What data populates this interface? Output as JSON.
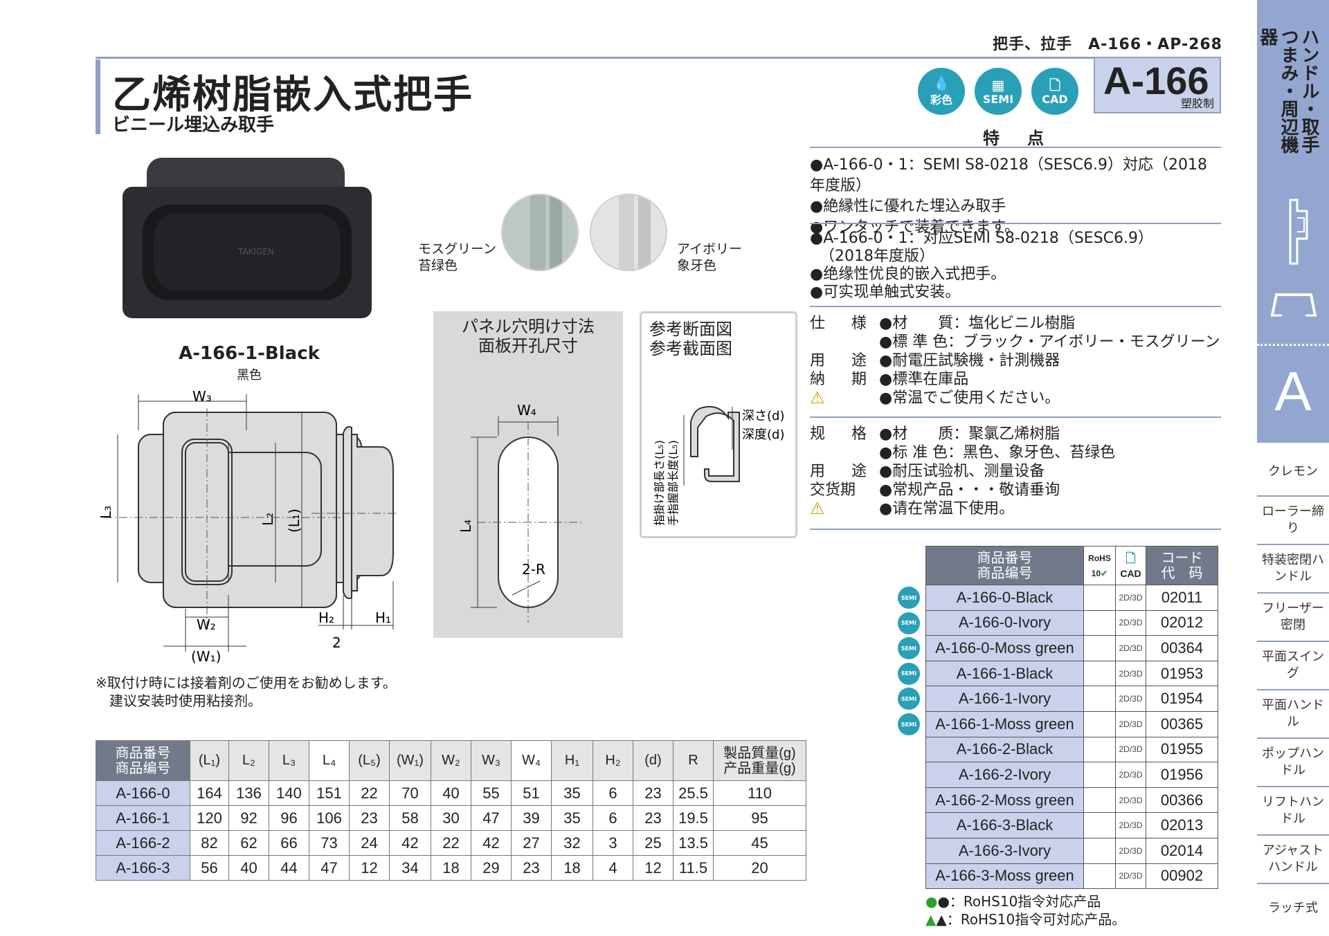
{
  "header": {
    "breadcrumb": "把手、拉手　A-166・AP-268",
    "title": "乙烯树脂嵌入式把手",
    "subtitle": "ビニール埋込み取手",
    "badges": [
      "彩色",
      "SEMI",
      "CAD"
    ],
    "model": "A-166",
    "material": "塑胶制"
  },
  "side": {
    "title": "ハンドル・取手 つまみ・周辺機器",
    "letter": "A",
    "items": [
      "クレモン",
      "ローラー締り",
      "特装密閉ハンドル",
      "フリーザー密閉",
      "平面スイング",
      "平面ハンドル",
      "ポップハンドル",
      "リフトハンドル",
      "アジャストハンドル",
      "ラッチ式"
    ]
  },
  "photo": {
    "caption": "A-166-1-Black",
    "sub": "黑色",
    "swatch_green_jp": "モスグリーン",
    "swatch_green_cn": "苔绿色",
    "swatch_ivory_jp": "アイボリー",
    "swatch_ivory_cn": "象牙色"
  },
  "features": {
    "heading": "特　点",
    "jp": [
      "●A-166-0・1：SEMI S8-0218（SESC6.9）対応（2018年度版）",
      "●絶縁性に優れた埋込み取手",
      "●ワンタッチで装着できます。"
    ],
    "cn": [
      "●A-166-0・1：对应SEMI S8-0218（SESC6.9）",
      "（2018年度版）",
      "●绝缘性优良的嵌入式把手。",
      "●可实现单触式安装。"
    ]
  },
  "spec_jp": [
    {
      "k": "仕　様",
      "v": "●材　　質：塩化ビニル樹脂"
    },
    {
      "k": "",
      "v": "●標 準 色：ブラック・アイボリー・モスグリーン"
    },
    {
      "k": "用　途",
      "v": "●耐電圧試験機・計測機器"
    },
    {
      "k": "納　期",
      "v": "●標準在庫品"
    },
    {
      "k": "⚠",
      "v": "●常温でご使用ください。"
    }
  ],
  "spec_cn": [
    {
      "k": "规　格",
      "v": "●材　　质：聚氯乙烯树脂"
    },
    {
      "k": "",
      "v": "●标 准 色：黑色、象牙色、苔绿色"
    },
    {
      "k": "用　途",
      "v": "●耐压试验机、测量设备"
    },
    {
      "k": "交货期",
      "v": "●常规产品・・・敬请垂询"
    },
    {
      "k": "⚠",
      "v": "●请在常温下使用。"
    }
  ],
  "diagrams": {
    "panel_title_jp": "パネル穴明け寸法",
    "panel_title_cn": "面板开孔尺寸",
    "section_title_jp": "参考断面図",
    "section_title_cn": "参考截面图",
    "labels": {
      "w3": "W₃",
      "l3": "L₃",
      "l2": "L₂",
      "l1": "(L₁)",
      "w2": "W₂",
      "w1": "(W₁)",
      "h2": "H₂",
      "h1": "H₁",
      "two": "2",
      "w4": "W₄",
      "l4": "L₄",
      "r": "2-R",
      "depth_jp": "深さ(d)",
      "depth_cn": "深度(d)",
      "l5_jp": "指掛け部長さ(L₅)",
      "l5_cn": "手指握部长度(L₅)"
    }
  },
  "note": {
    "jp": "※取付け時には接着剤のご使用をお勧めします。",
    "cn": "建议安装时使用粘接剂。"
  },
  "dim_table": {
    "head_jp": "商品番号",
    "head_cn": "商品编号",
    "columns": [
      "(L₁)",
      "L₂",
      "L₃",
      "L₄",
      "(L₅)",
      "(W₁)",
      "W₂",
      "W₃",
      "W₄",
      "H₁",
      "H₂",
      "(d)",
      "R"
    ],
    "mass_jp": "製品質量(g)",
    "mass_cn": "产品重量(g)",
    "rows": [
      {
        "id": "A-166-0",
        "v": [
          "164",
          "136",
          "140",
          "151",
          "22",
          "70",
          "40",
          "55",
          "51",
          "35",
          "6",
          "23",
          "25.5"
        ],
        "mass": "110"
      },
      {
        "id": "A-166-1",
        "v": [
          "120",
          "92",
          "96",
          "106",
          "23",
          "58",
          "30",
          "47",
          "39",
          "35",
          "6",
          "23",
          "19.5"
        ],
        "mass": "95"
      },
      {
        "id": "A-166-2",
        "v": [
          "82",
          "62",
          "66",
          "73",
          "24",
          "42",
          "22",
          "42",
          "27",
          "32",
          "3",
          "25",
          "13.5"
        ],
        "mass": "45"
      },
      {
        "id": "A-166-3",
        "v": [
          "56",
          "40",
          "44",
          "47",
          "12",
          "34",
          "18",
          "29",
          "23",
          "18",
          "4",
          "12",
          "11.5"
        ],
        "mass": "20"
      }
    ]
  },
  "code_table": {
    "head_jp": "商品番号",
    "head_cn": "商品编号",
    "rohs": "RoHS 10",
    "cad": "CAD",
    "code_jp": "コード",
    "code_cn": "代　码",
    "cad_cell": "2D/3D",
    "semi": "SEMI",
    "rows": [
      {
        "name": "A-166-0-Black",
        "code": "02011",
        "semi": true
      },
      {
        "name": "A-166-0-Ivory",
        "code": "02012",
        "semi": true
      },
      {
        "name": "A-166-0-Moss green",
        "code": "00364",
        "semi": true
      },
      {
        "name": "A-166-1-Black",
        "code": "01953",
        "semi": true
      },
      {
        "name": "A-166-1-Ivory",
        "code": "01954",
        "semi": true
      },
      {
        "name": "A-166-1-Moss green",
        "code": "00365",
        "semi": true
      },
      {
        "name": "A-166-2-Black",
        "code": "01955",
        "semi": false
      },
      {
        "name": "A-166-2-Ivory",
        "code": "01956",
        "semi": false
      },
      {
        "name": "A-166-2-Moss green",
        "code": "00366",
        "semi": false
      },
      {
        "name": "A-166-3-Black",
        "code": "02013",
        "semi": false
      },
      {
        "name": "A-166-3-Ivory",
        "code": "02014",
        "semi": false
      },
      {
        "name": "A-166-3-Moss green",
        "code": "00902",
        "semi": false
      }
    ]
  },
  "legend": {
    "g": "●：RoHS10指令対応产品",
    "t": "▲：RoHS10指令可対応产品。"
  },
  "colors": {
    "accent": "#8f9fc4",
    "badge": "#2a9fb8",
    "header_cell": "#707a8a",
    "light_cell": "#c9d2ea"
  }
}
